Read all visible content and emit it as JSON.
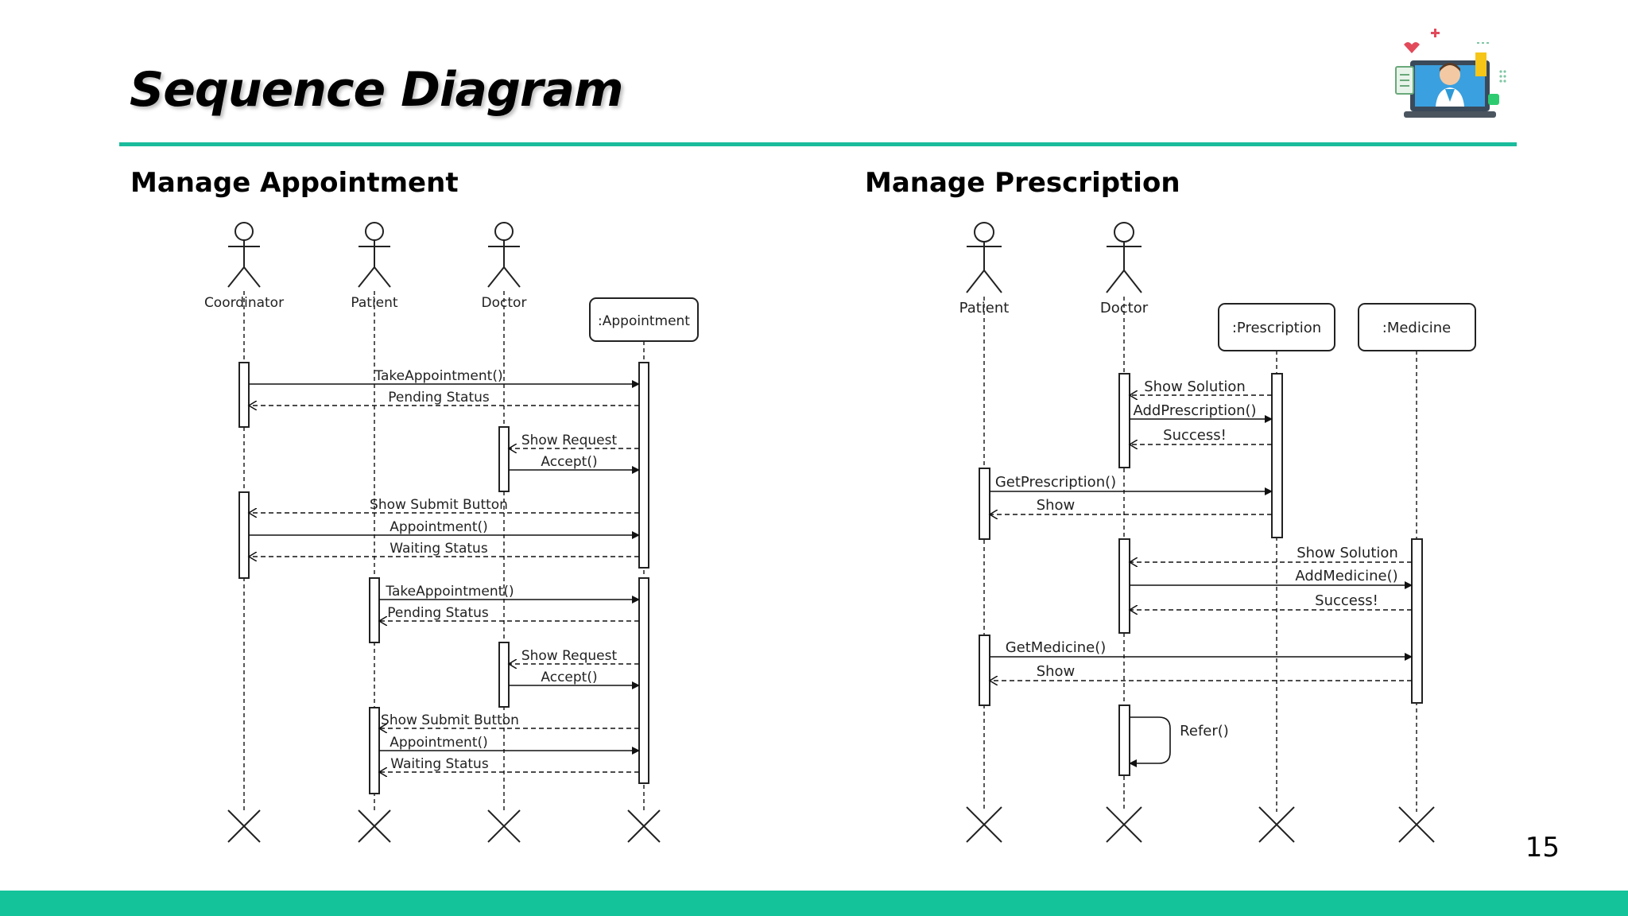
{
  "slide": {
    "title": "Sequence Diagram",
    "page_number": "15",
    "accent_color": "#1abc9c",
    "footer_color": "#15c39a"
  },
  "diagrams": {
    "left": {
      "title": "Manage Appointment",
      "participants": [
        {
          "id": "coordinator",
          "label": "Coordinator",
          "kind": "actor"
        },
        {
          "id": "patient",
          "label": "Patient",
          "kind": "actor"
        },
        {
          "id": "doctor",
          "label": "Doctor",
          "kind": "actor"
        },
        {
          "id": "appointment",
          "label": ":Appointment",
          "kind": "object"
        }
      ],
      "messages": [
        {
          "label": "TakeAppointment()",
          "from": "coordinator",
          "to": "appointment",
          "type": "sync"
        },
        {
          "label": "Pending Status",
          "from": "appointment",
          "to": "coordinator",
          "type": "return"
        },
        {
          "label": "Show Request",
          "from": "appointment",
          "to": "doctor",
          "type": "return"
        },
        {
          "label": "Accept()",
          "from": "doctor",
          "to": "appointment",
          "type": "sync"
        },
        {
          "label": "Show Submit Button",
          "from": "appointment",
          "to": "coordinator",
          "type": "return"
        },
        {
          "label": "Appointment()",
          "from": "coordinator",
          "to": "appointment",
          "type": "sync"
        },
        {
          "label": "Waiting Status",
          "from": "appointment",
          "to": "coordinator",
          "type": "return"
        },
        {
          "label": "TakeAppointment()",
          "from": "patient",
          "to": "appointment",
          "type": "sync"
        },
        {
          "label": "Pending Status",
          "from": "appointment",
          "to": "patient",
          "type": "return"
        },
        {
          "label": "Show Request",
          "from": "appointment",
          "to": "doctor",
          "type": "return"
        },
        {
          "label": "Accept()",
          "from": "doctor",
          "to": "appointment",
          "type": "sync"
        },
        {
          "label": "Show Submit Button",
          "from": "appointment",
          "to": "patient",
          "type": "return"
        },
        {
          "label": "Appointment()",
          "from": "patient",
          "to": "appointment",
          "type": "sync"
        },
        {
          "label": "Waiting Status",
          "from": "appointment",
          "to": "patient",
          "type": "return"
        }
      ]
    },
    "right": {
      "title": "Manage Prescription",
      "participants": [
        {
          "id": "patient",
          "label": "Patient",
          "kind": "actor"
        },
        {
          "id": "doctor",
          "label": "Doctor",
          "kind": "actor"
        },
        {
          "id": "prescription",
          "label": ":Prescription",
          "kind": "object"
        },
        {
          "id": "medicine",
          "label": ":Medicine",
          "kind": "object"
        }
      ],
      "messages": [
        {
          "label": "Show Solution",
          "from": "prescription",
          "to": "doctor",
          "type": "return"
        },
        {
          "label": "AddPrescription()",
          "from": "doctor",
          "to": "prescription",
          "type": "sync"
        },
        {
          "label": "Success!",
          "from": "prescription",
          "to": "doctor",
          "type": "return"
        },
        {
          "label": "GetPrescription()",
          "from": "patient",
          "to": "prescription",
          "type": "sync"
        },
        {
          "label": "Show",
          "from": "prescription",
          "to": "patient",
          "type": "return"
        },
        {
          "label": "Show Solution",
          "from": "medicine",
          "to": "doctor",
          "type": "return"
        },
        {
          "label": "AddMedicine()",
          "from": "doctor",
          "to": "medicine",
          "type": "sync"
        },
        {
          "label": "Success!",
          "from": "medicine",
          "to": "doctor",
          "type": "return"
        },
        {
          "label": "GetMedicine()",
          "from": "patient",
          "to": "medicine",
          "type": "sync"
        },
        {
          "label": "Show",
          "from": "medicine",
          "to": "patient",
          "type": "return"
        },
        {
          "label": "Refer()",
          "from": "doctor",
          "to": "doctor",
          "type": "self"
        }
      ]
    }
  }
}
